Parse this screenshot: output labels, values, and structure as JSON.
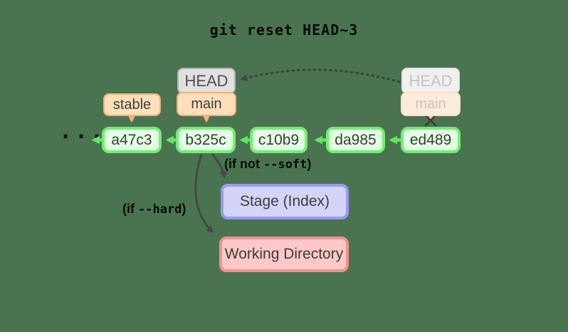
{
  "title": "git reset HEAD~3",
  "refs": {
    "head": {
      "label": "HEAD"
    },
    "main": {
      "label": "main"
    },
    "stable": {
      "label": "stable"
    },
    "old_head": {
      "label": "HEAD"
    },
    "old_main": {
      "label": "main"
    }
  },
  "commits": [
    "a47c3",
    "b325c",
    "c10b9",
    "da985",
    "ed489"
  ],
  "ellipsis": "...",
  "areas": {
    "stage": "Stage (Index)",
    "working": "Working Directory"
  },
  "annotations": {
    "not_soft_prefix": "(if not ",
    "not_soft_code": "--soft",
    "not_soft_suffix": ")",
    "hard_prefix": "(if ",
    "hard_code": "--hard",
    "hard_suffix": ")"
  },
  "colors": {
    "background": "#4a7350",
    "commit_fill": "#e3ffe3",
    "commit_border": "#73ee73",
    "arrow_green": "#62e762",
    "ref_orange_fill": "#ffdfba",
    "ref_orange_border": "#f2b077",
    "arrow_orange": "#f7b26e",
    "ref_gray_fill": "#e1e1e1",
    "ref_gray_border": "#b4b4b4",
    "stage_fill": "#d4d4f8",
    "stage_border": "#9a9af0",
    "working_fill": "#ffc8c8",
    "working_border": "#f19292",
    "arrow_dark": "#474747"
  }
}
